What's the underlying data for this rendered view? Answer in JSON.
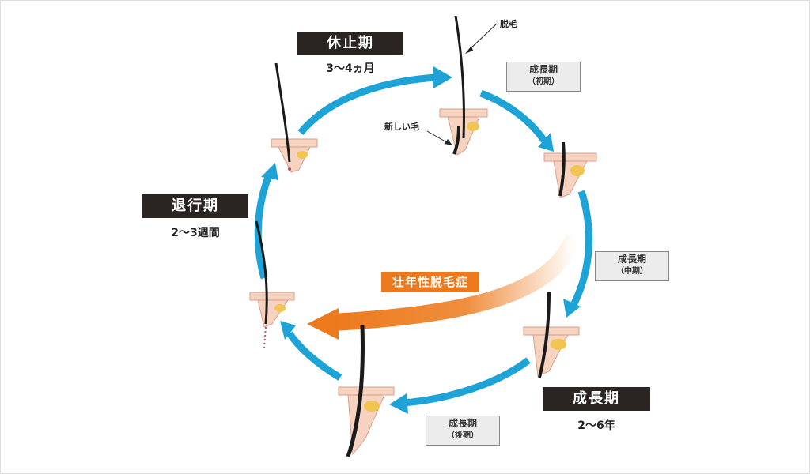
{
  "phases": {
    "telogen": {
      "title": "休止期",
      "duration": "3〜4ヵ月"
    },
    "catagen": {
      "title": "退行期",
      "duration": "2〜3週間"
    },
    "anagen": {
      "title": "成長期",
      "duration": "2〜6年"
    }
  },
  "growth_stages": {
    "early": {
      "title": "成長期",
      "sub": "（初期）"
    },
    "middle": {
      "title": "成長期",
      "sub": "（中期）"
    },
    "late": {
      "title": "成長期",
      "sub": "（後期）"
    }
  },
  "aga_label": "壮年性脱毛症",
  "callouts": {
    "shedding_hair": "脱毛",
    "new_hair": "新しい毛"
  },
  "colors": {
    "cycle_arrow": "#1da3d6",
    "aga_arrow": "#ec7a1c",
    "label_dark": "#2a2422",
    "skin": "#f6d2c0",
    "bulb": "#f2c451"
  }
}
